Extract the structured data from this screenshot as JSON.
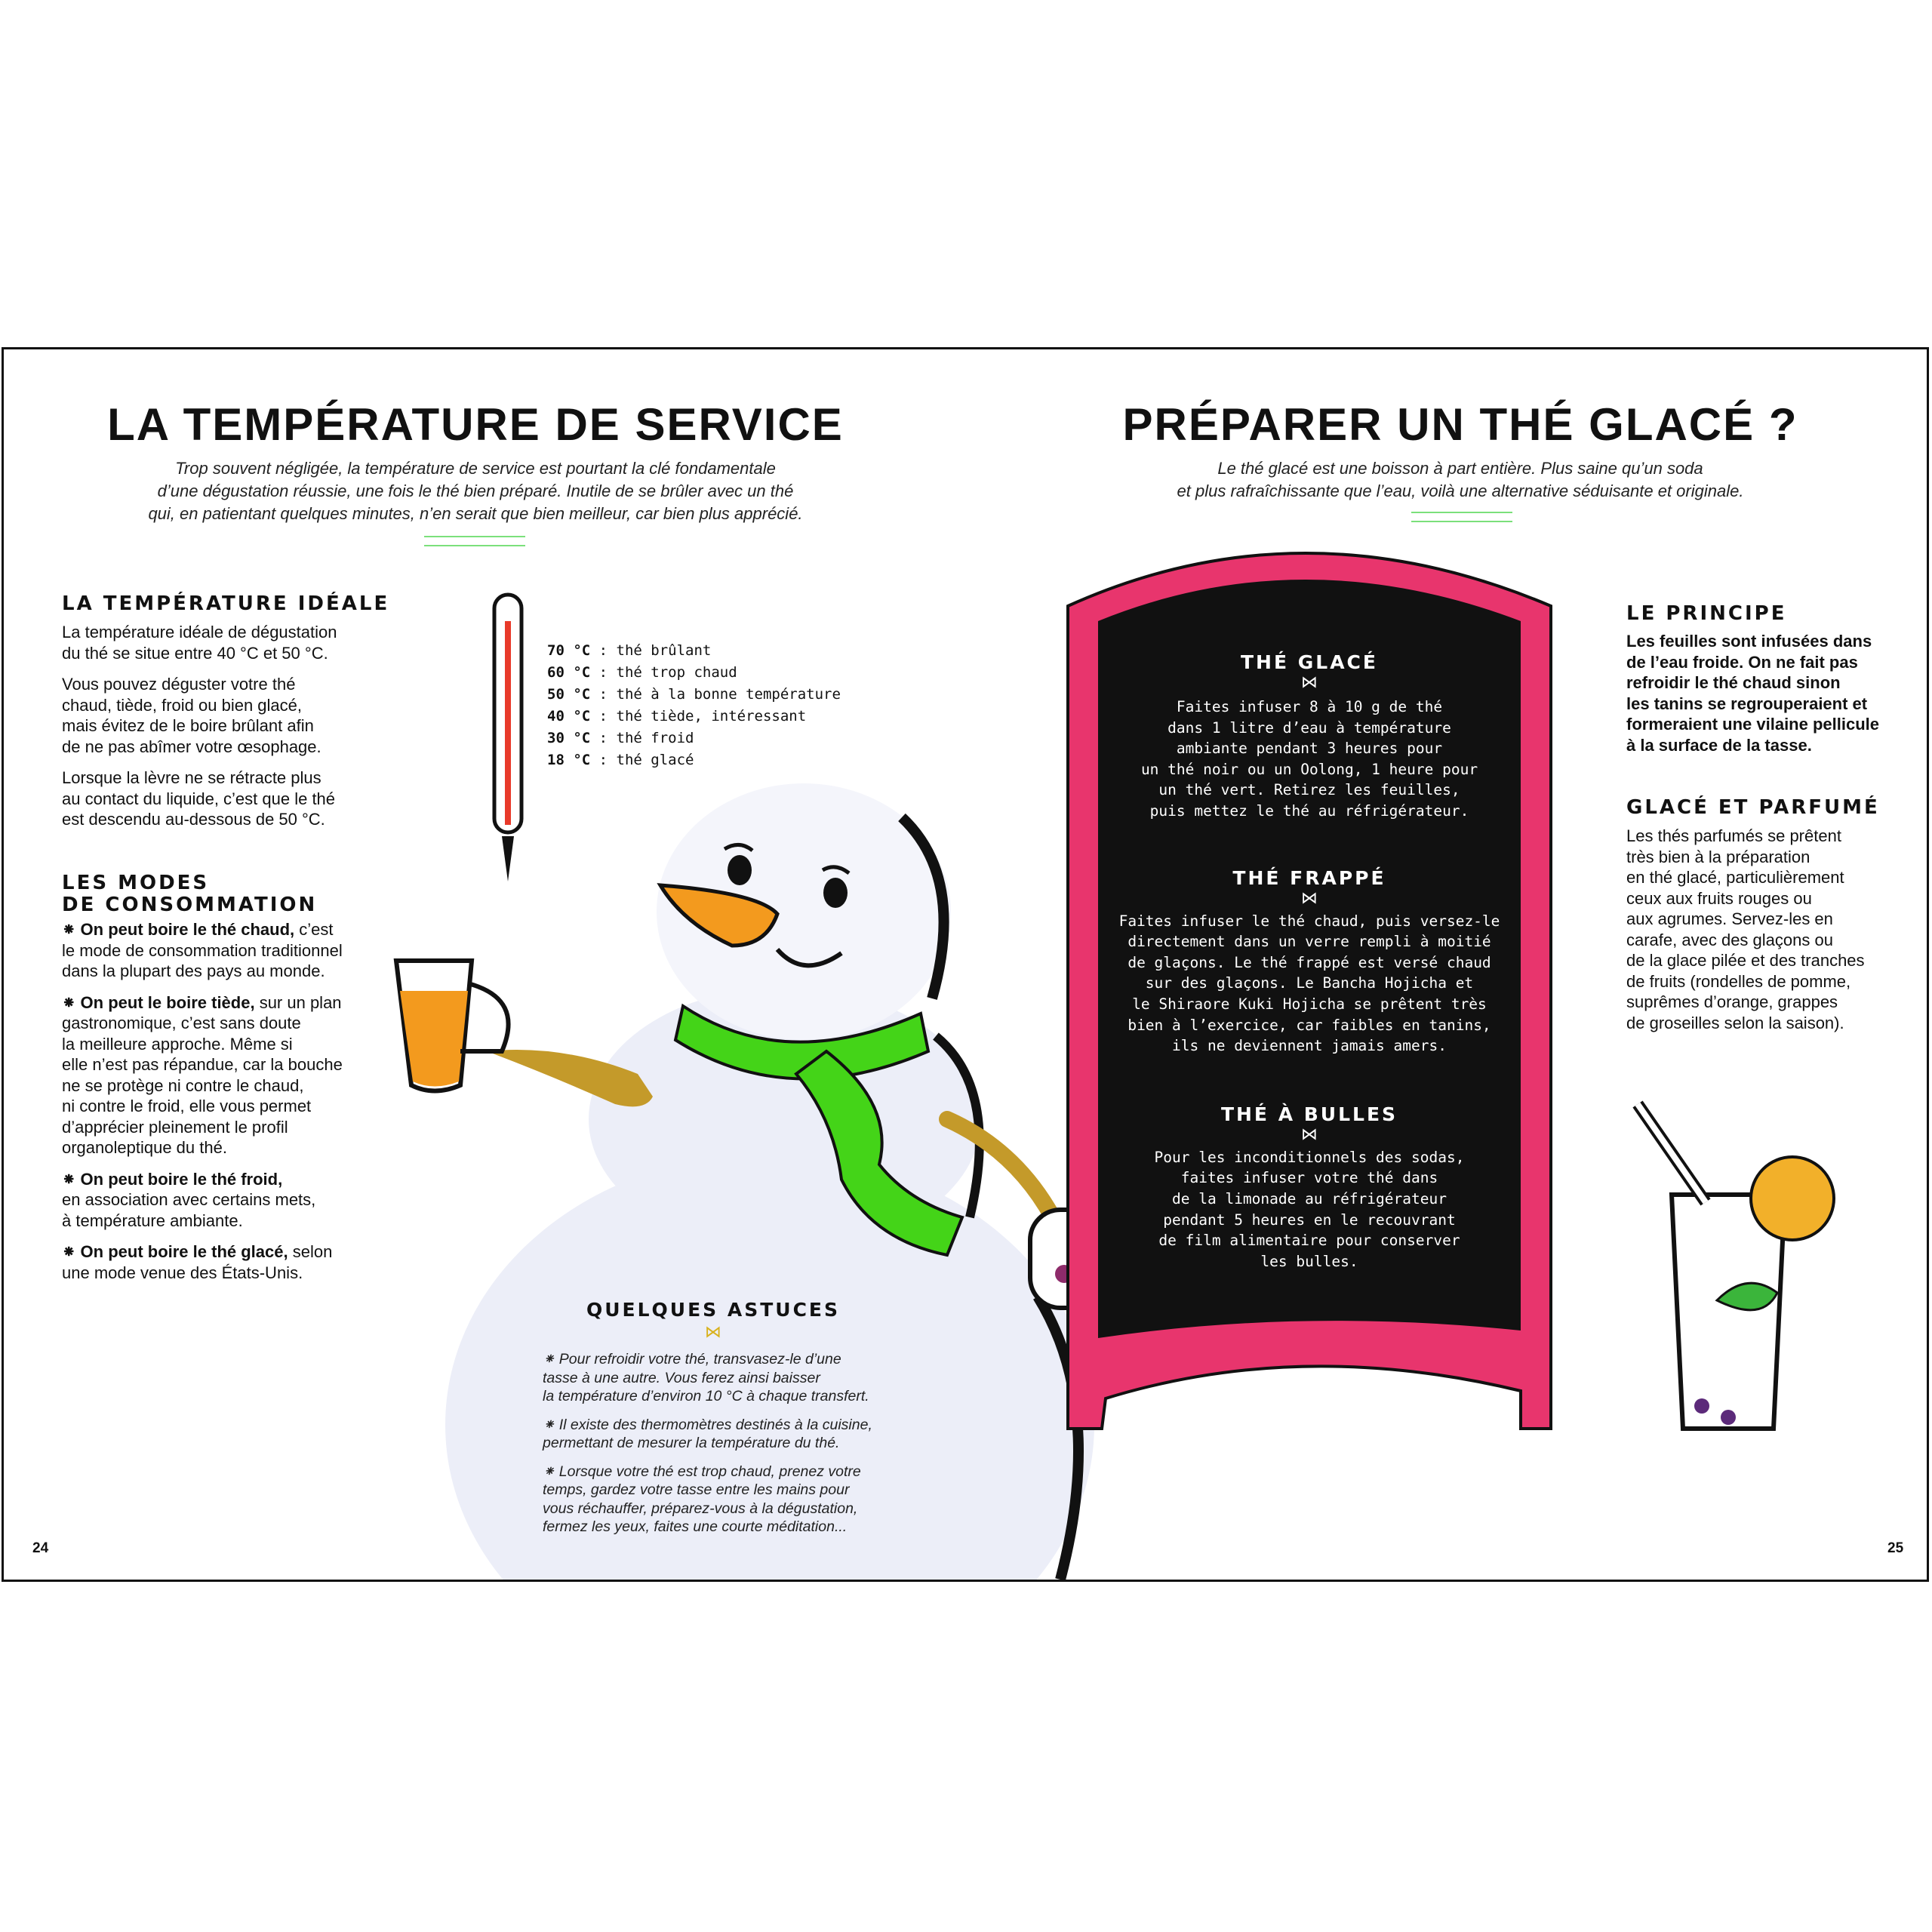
{
  "left": {
    "title": "LA TEMPÉRATURE DE SERVICE",
    "intro": [
      "Trop souvent négligée, la température de service est pourtant la clé fondamentale",
      "d’une dégustation réussie, une fois le thé bien préparé. Inutile de se brûler avec un thé",
      "qui, en patientant quelques minutes, n’en serait que bien meilleur, car bien plus apprécié."
    ],
    "ideal": {
      "heading": "LA TEMPÉRATURE IDÉALE",
      "p1": [
        "La température idéale de dégustation",
        "du thé se situe entre 40 °C et 50 °C."
      ],
      "p2": [
        "Vous pouvez déguster votre thé",
        "chaud, tiède, froid ou bien glacé,",
        "mais évitez de le boire brûlant afin",
        "de ne pas abîmer votre œsophage."
      ],
      "p3": [
        "Lorsque la lèvre ne se rétracte plus",
        "au contact du liquide, c’est que le thé",
        "est descendu au-dessous de 50 °C."
      ]
    },
    "modes": {
      "heading1": "LES MODES",
      "heading2": "DE CONSOMMATION",
      "i1_bold": "⁕ On peut boire le thé chaud,",
      "i1": [
        " c’est",
        "le mode de consommation traditionnel",
        "dans la plupart des pays au monde."
      ],
      "i2_bold": "⁕ On peut le boire tiède,",
      "i2": [
        " sur un plan",
        "gastronomique, c’est sans doute",
        "la meilleure approche. Même si",
        "elle n’est pas répandue, car la bouche",
        "ne se protège ni contre le chaud,",
        "ni contre le froid, elle vous permet",
        "d’apprécier pleinement le profil",
        "organoleptique du thé."
      ],
      "i3_bold": "⁕ On peut boire le thé froid,",
      "i3": [
        "en association avec certains mets,",
        "à température ambiante."
      ],
      "i4_bold": "⁕ On peut boire le thé glacé,",
      "i4": [
        " selon",
        "une mode venue des États-Unis."
      ]
    },
    "thermometer": [
      {
        "temp": "70 °C",
        "label": " : thé brûlant"
      },
      {
        "temp": "60 °C",
        "label": " : thé trop chaud"
      },
      {
        "temp": "50 °C",
        "label": " : thé à la bonne température"
      },
      {
        "temp": "40 °C",
        "label": " : thé tiède, intéressant"
      },
      {
        "temp": "30 °C",
        "label": " : thé froid"
      },
      {
        "temp": "18 °C",
        "label": " : thé glacé"
      }
    ],
    "tips": {
      "heading": "QUELQUES ASTUCES",
      "t1": [
        "⁕ Pour refroidir votre thé, transvasez-le d’une",
        "tasse à une autre. Vous ferez ainsi baisser",
        "la température d’environ 10 °C à chaque transfert."
      ],
      "t2": [
        "⁕ Il existe des thermomètres destinés à la cuisine,",
        "permettant de mesurer la température du thé."
      ],
      "t3": [
        "⁕ Lorsque votre thé est trop chaud, prenez votre",
        "temps, gardez votre tasse entre les mains pour",
        "vous réchauffer, préparez-vous à la dégustation,",
        "fermez les yeux, faites une courte méditation..."
      ]
    },
    "page_number": "24"
  },
  "right": {
    "title": "PRÉPARER UN THÉ GLACÉ ?",
    "intro": [
      "Le thé glacé est une boisson à part entière. Plus saine qu’un soda",
      "et plus rafraîchissante que l’eau, voilà une alternative séduisante et originale."
    ],
    "board": {
      "s1_heading": "THÉ GLACÉ",
      "s1": [
        "Faites infuser 8 à 10 g de thé",
        "dans 1 litre d’eau à température",
        "ambiante pendant 3 heures pour",
        "un thé noir ou un Oolong, 1 heure pour",
        "un thé vert. Retirez les feuilles,",
        "puis mettez le thé au réfrigérateur."
      ],
      "s2_heading": "THÉ FRAPPÉ",
      "s2": [
        "Faites infuser le thé chaud, puis versez-le",
        "directement dans un verre rempli à moitié",
        "de glaçons. Le thé frappé est versé chaud",
        "sur des glaçons. Le Bancha Hojicha et",
        "le Shiraore Kuki Hojicha se prêtent très",
        "bien à l’exercice, car faibles en tanins,",
        "ils ne deviennent jamais amers."
      ],
      "s3_heading": "THÉ À BULLES",
      "s3": [
        "Pour les inconditionnels des sodas,",
        "faites infuser votre thé dans",
        "de la limonade au réfrigérateur",
        "pendant 5 heures en le recouvrant",
        "de film alimentaire pour conserver",
        "les bulles."
      ]
    },
    "principe": {
      "heading": "LE PRINCIPE",
      "lines": [
        "Les feuilles sont infusées dans",
        "de l’eau froide. On ne fait pas",
        "refroidir le thé chaud sinon",
        "les tanins se regrouperaient et",
        "formeraient une vilaine pellicule",
        "à la surface de la tasse."
      ]
    },
    "parfume": {
      "heading": "GLACÉ ET PARFUMÉ",
      "lines": [
        "Les thés parfumés se prêtent",
        "très bien à la préparation",
        "en thé glacé, particulièrement",
        "ceux aux fruits rouges ou",
        "aux agrumes. Servez-les en",
        "carafe, avec des glaçons ou",
        "de la glace pilée et des tranches",
        "de fruits (rondelles de pomme,",
        "suprêmes d’orange, grappes",
        "de groseilles selon la saison)."
      ]
    },
    "page_number": "25"
  },
  "colors": {
    "board_frame": "#e8356d",
    "board": "#111111",
    "scarf": "#44d418",
    "tea": "#f39a1e",
    "accent_green": "#7be07b",
    "snow": "#eceef8",
    "bow_gold": "#d8b11c",
    "lemon": "#f2b02a",
    "mint": "#3bb53b"
  },
  "icons": [
    "thermometer-icon",
    "snowman-illustration",
    "tea-glass-icon",
    "iced-tea-jar-icon",
    "chalkboard-sign",
    "iced-drink-glass-icon",
    "bow-icon"
  ]
}
